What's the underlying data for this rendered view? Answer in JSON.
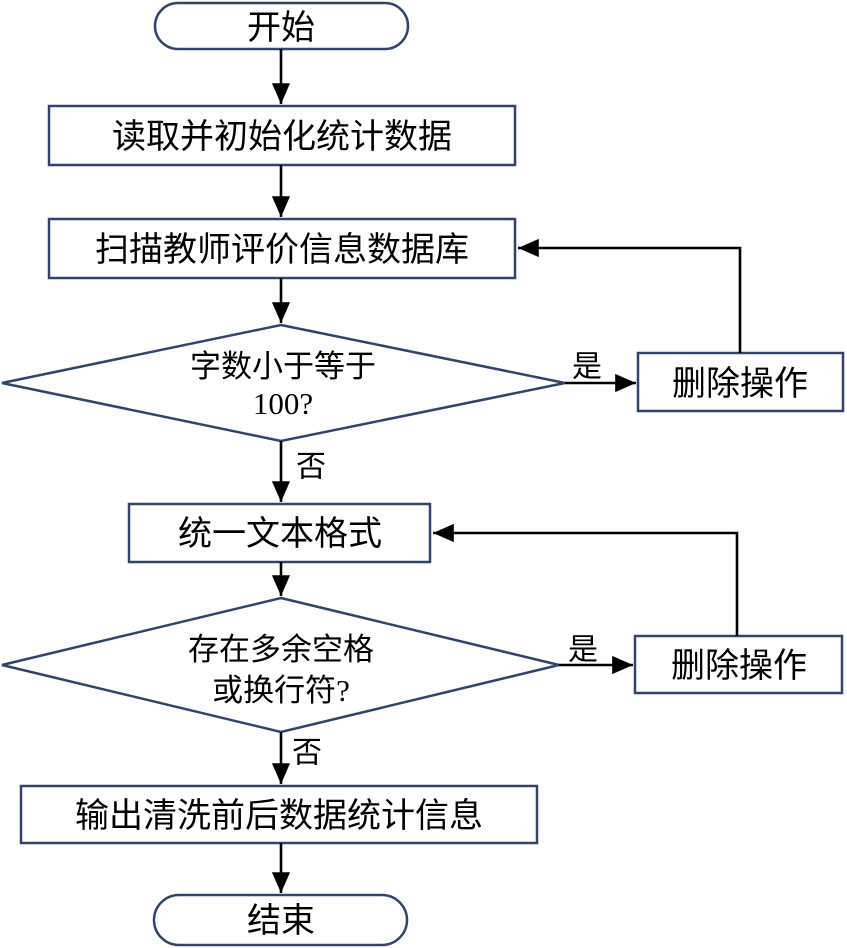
{
  "diagram": {
    "type": "flowchart",
    "background_color": "#ffffff",
    "shape_stroke_color": "#30446e",
    "connector_color": "#000000",
    "text_color": "#000000",
    "nodes": {
      "start": {
        "shape": "terminator",
        "label": "开始"
      },
      "init_stats": {
        "shape": "process",
        "label": "读取并初始化统计数据"
      },
      "scan_db": {
        "shape": "process",
        "label": "扫描教师评价信息数据库"
      },
      "check_length": {
        "shape": "decision",
        "label_line1": "字数小于等于",
        "label_line2": "100?"
      },
      "delete_op_1": {
        "shape": "process",
        "label": "删除操作"
      },
      "unify_format": {
        "shape": "process",
        "label": "统一文本格式"
      },
      "check_whitespace": {
        "shape": "decision",
        "label_line1": "存在多余空格",
        "label_line2": "或换行符?"
      },
      "delete_op_2": {
        "shape": "process",
        "label": "删除操作"
      },
      "output_stats": {
        "shape": "process",
        "label": "输出清洗前后数据统计信息"
      },
      "end": {
        "shape": "terminator",
        "label": "结束"
      }
    },
    "edge_labels": {
      "check_length_yes": "是",
      "check_length_no": "否",
      "check_whitespace_yes": "是",
      "check_whitespace_no": "否"
    }
  }
}
